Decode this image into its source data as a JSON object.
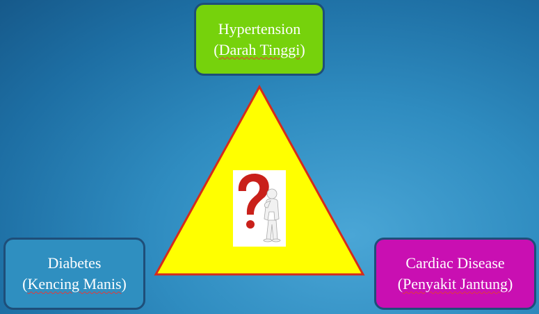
{
  "colors": {
    "top_box": "#76d20c",
    "left_box": "#2f8fc0",
    "right_box": "#c90fb2",
    "triangle_fill": "#ffff00",
    "triangle_stroke": "#d62a1b",
    "question_mark": "#c9201a"
  },
  "top": {
    "title": "Hypertension",
    "sub_open": "(",
    "sub_text": "Darah Tinggi",
    "sub_close": ")"
  },
  "left": {
    "title": "Diabetes",
    "sub_open": "(",
    "sub_text": "Kencing Manis",
    "sub_close": ")"
  },
  "right": {
    "title": "Cardiac Disease",
    "sub_open": "(",
    "sub_text": "Penyakit Jantung",
    "sub_close": ")"
  },
  "center_icon": "thinking-figure-question-mark-icon"
}
